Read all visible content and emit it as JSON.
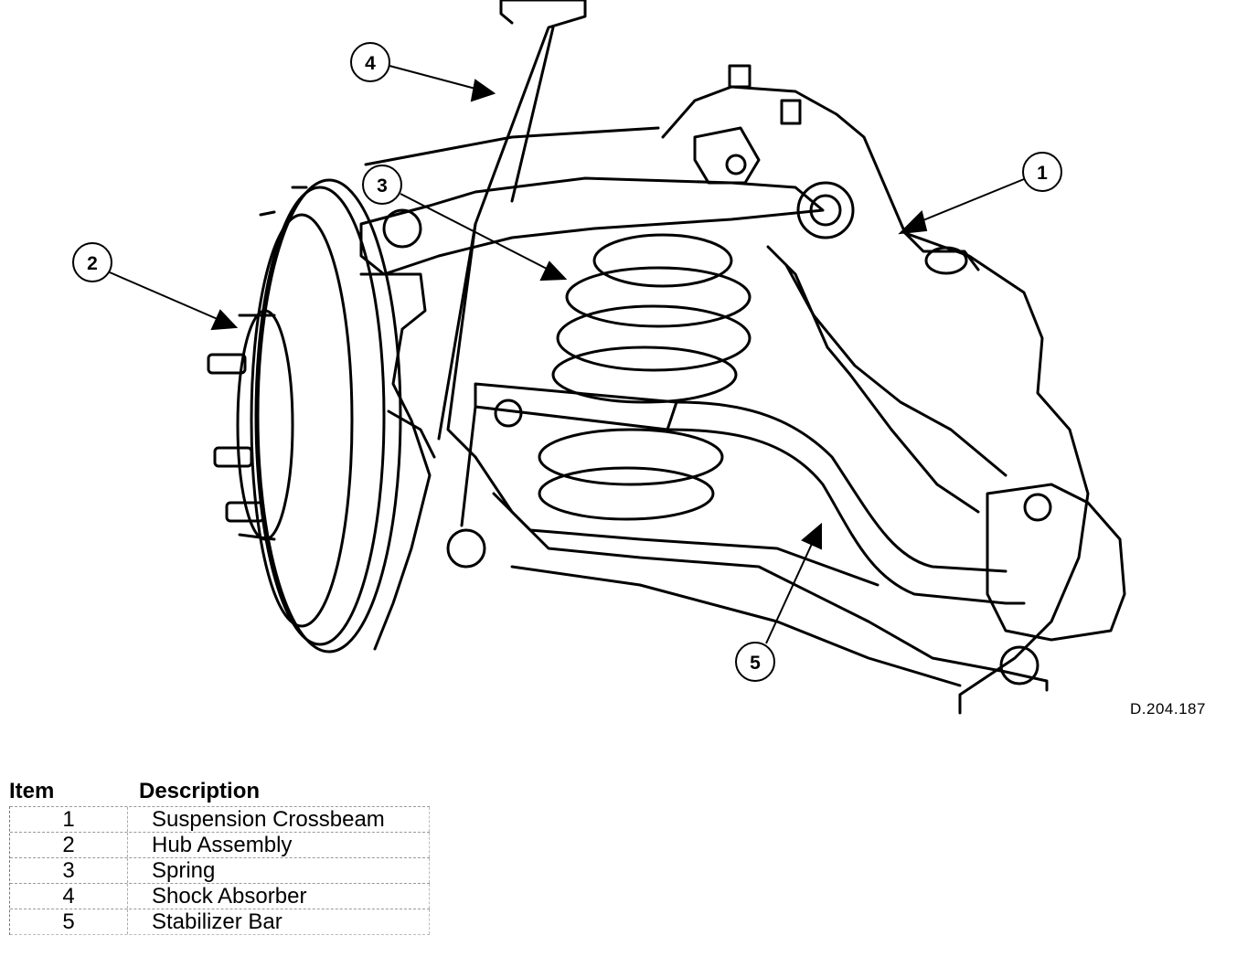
{
  "callouts": [
    "1",
    "2",
    "3",
    "4",
    "5"
  ],
  "figure_code": "D.204.187",
  "legend": {
    "item_header": "Item",
    "description_header": "Description",
    "rows": [
      {
        "item": "1",
        "description": "Suspension Crossbeam"
      },
      {
        "item": "2",
        "description": "Hub Assembly"
      },
      {
        "item": "3",
        "description": "Spring"
      },
      {
        "item": "4",
        "description": "Shock Absorber"
      },
      {
        "item": "5",
        "description": "Stabilizer Bar"
      }
    ]
  }
}
